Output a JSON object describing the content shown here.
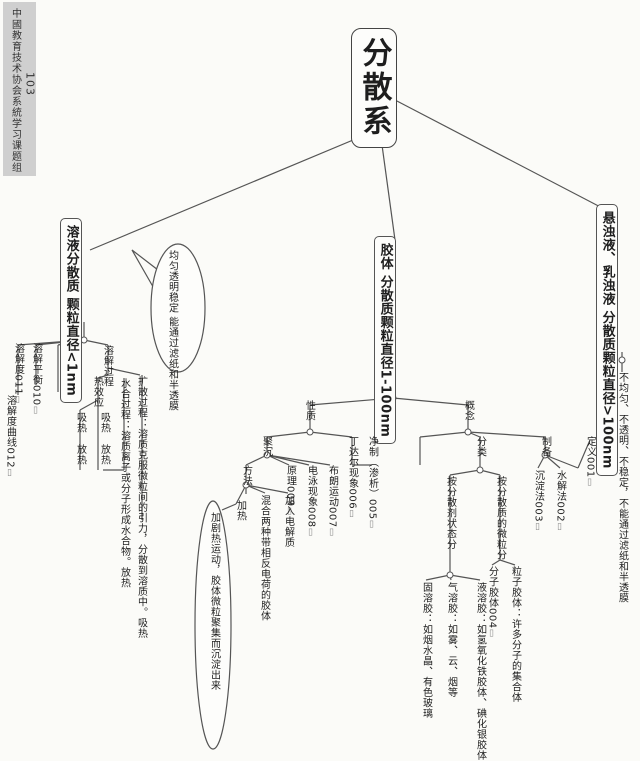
{
  "header": {
    "org": "中國教育技术协会系統学习课题组",
    "number": "103"
  },
  "title": "分散系",
  "left_branch": {
    "line1": "溶液分散质",
    "line2": "颗粒直径<1nm"
  },
  "left_note": {
    "line1": "均匀透明稳定",
    "line2": "能通过滤纸和半透膜"
  },
  "left_children": {
    "solubility_eq": "溶解平衡010",
    "solubility": "溶解度011",
    "solubility_curve": "溶解度曲线012",
    "dissolution": "溶解过程",
    "diffusion": "扩散过程：溶质克服微粒间的引力，分散到溶质中。吸热",
    "hydration": "水合过程：溶质离子或分子形成水合物。放热",
    "thermal": "热效应",
    "absorb_heat_1": "吸热",
    "release_heat_1": "放热",
    "absorb_heat_2": "吸热",
    "release_heat_2": "放热"
  },
  "middle_branch": {
    "line1": "胶体",
    "line2": "分散质颗粒直径1-100nm"
  },
  "colloid": {
    "properties": "性质",
    "tyndall": "丁达尔现象006",
    "brownian": "布朗运动007",
    "electrophoresis": "电泳现象008",
    "coagulation": "聚沉",
    "coag_note": "原理009",
    "methods": "方法",
    "add_electrolyte": "加入电解质",
    "mix_opposite": "混合两种带相反电荷的胶体",
    "heating": "加热",
    "heating_note": "加剧热运动，胶体微粒聚集而沉淀出来",
    "concept": "概念",
    "purification": "净制（渗析）005",
    "classification": "分类",
    "by_dispersant": "按分散剂状态分",
    "gas_sol": "气溶胶：如雾、云、烟等",
    "liquid_sol": "液溶胶：如氢氧化铁胶体、碘化银胶体",
    "solid_sol": "固溶胶：如烟水晶、有色玻璃",
    "by_particle": "按分散质的微粒分",
    "particle_colloid": "粒子胶体：许多分子的集合体",
    "molecule_colloid": "分子胶体004",
    "preparation": "制备",
    "hydrolysis": "水解法002",
    "precipitation": "沉淀法003",
    "definition": "定义001"
  },
  "right_branch": {
    "line1": "悬浊液、乳浊液",
    "line2": "分散质颗粒直径>100nm"
  },
  "right_children": {
    "properties": "不均匀、不透明、不稳定，不能通过滤纸和半透膜"
  },
  "icons": {
    "reference": "document-icon"
  }
}
